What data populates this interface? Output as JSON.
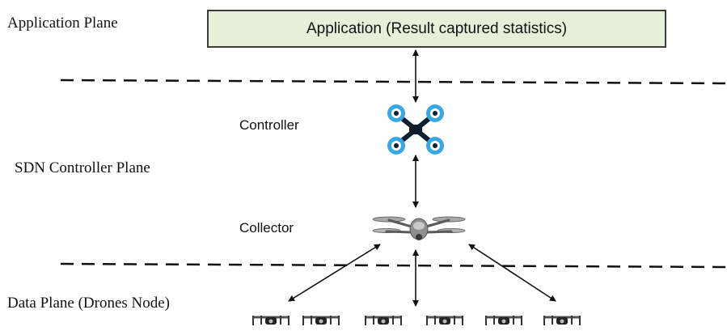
{
  "planes": {
    "application": "Application Plane",
    "sdn_controller": "SDN Controller Plane",
    "data": "Data Plane (Drones Node)"
  },
  "application_box": {
    "label": "Application (Result captured statistics)",
    "fill_color": "#e6efda"
  },
  "nodes": {
    "controller": "Controller",
    "collector": "Collector"
  },
  "icons": {
    "controller": "quadcopter-icon",
    "collector": "camera-drone-icon",
    "data_nodes": "drone-node-icon"
  },
  "data_plane_drone_count": 6,
  "colors": {
    "controller_rotor": "#3aa8e0",
    "controller_body": "#0d1f2d",
    "lines": "#111111"
  }
}
